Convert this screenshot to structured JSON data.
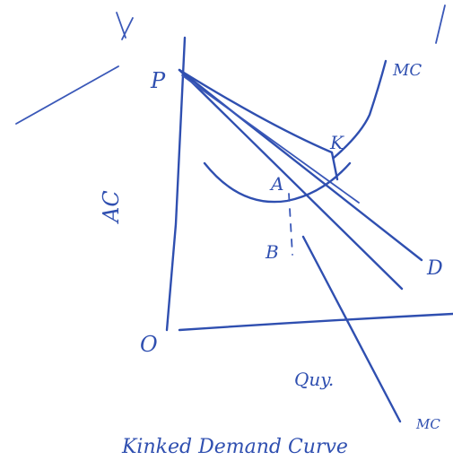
{
  "labels": {
    "p": "P",
    "mc_top": "MC",
    "k": "K",
    "a": "A",
    "b": "B",
    "d": "D",
    "origin": "O",
    "mc_bottom": "MC",
    "ac_vertical": "AC",
    "x_axis": "Quy.",
    "caption": "Kinked Demand Curve",
    "top_mark": "y"
  },
  "colors": {
    "ink": "#2f4fb0",
    "paper": "#ffffff"
  }
}
